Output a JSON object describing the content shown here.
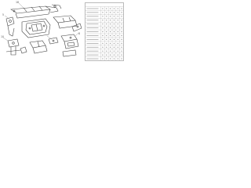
{
  "diagram": {
    "callout_labels": [
      "5",
      "18",
      "8",
      "10"
    ],
    "parts_table": {
      "header": "",
      "rows": 14,
      "columns": 7,
      "note": ""
    },
    "colors": {
      "line": "#444444",
      "light_line": "#888888",
      "background": "#ffffff"
    }
  }
}
